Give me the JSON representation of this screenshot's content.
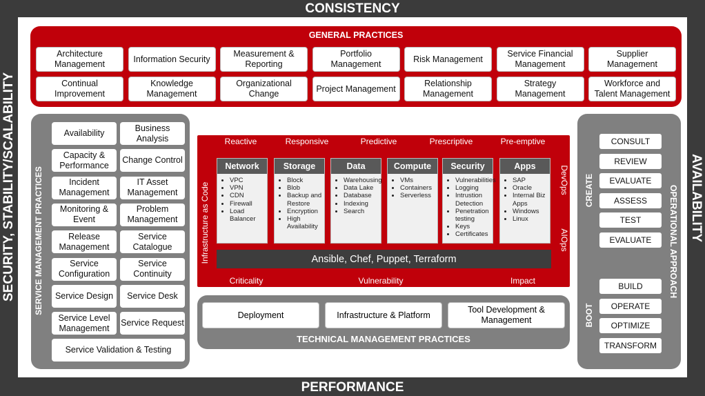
{
  "frame": {
    "top": "CONSISTENCY",
    "bottom": "PERFORMANCE",
    "left": "SECURITY, STABILITY/SCALABILITY",
    "right": "AVAILABILITY"
  },
  "general_practices": {
    "title": "GENERAL PRACTICES",
    "items": [
      "Architecture Management",
      "Information Security",
      "Measurement & Reporting",
      "Portfolio Management",
      "Risk Management",
      "Service Financial Management",
      "Supplier Management",
      "Continual Improvement",
      "Knowledge Management",
      "Organizational Change",
      "Project Management",
      "Relationship Management",
      "Strategy Management",
      "Workforce and Talent Management"
    ]
  },
  "service_management": {
    "title": "SERVICE MANAGEMENT PRACTICES",
    "items": [
      "Availability",
      "Business Analysis",
      "Capacity & Performance",
      "Change Control",
      "Incident Management",
      "IT Asset Management",
      "Monitoring & Event",
      "Problem Management",
      "Release Management",
      "Service Catalogue",
      "Service Configuration",
      "Service Continuity",
      "Service Design",
      "Service Desk",
      "Service Level Management",
      "Service Request",
      "Service Validation & Testing"
    ]
  },
  "center": {
    "stages_top": [
      "Reactive",
      "Responsive",
      "Predictive",
      "Prescriptive",
      "Pre-emptive"
    ],
    "stages_bottom": [
      "Criticality",
      "Vulnerability",
      "Impact"
    ],
    "left_label": "Infrastructure as Code",
    "right_top": "DevOps",
    "right_bottom": "AIOps",
    "columns": [
      {
        "title": "Network",
        "items": [
          "VPC",
          "VPN",
          "CDN",
          "Firewall",
          "Load Balancer"
        ]
      },
      {
        "title": "Storage",
        "items": [
          "Block",
          "Blob",
          "Backup and Restore",
          "Encryption",
          "High Availability"
        ]
      },
      {
        "title": "Data",
        "items": [
          "Warehousing",
          "Data Lake",
          "Database",
          "Indexing",
          "Search"
        ]
      },
      {
        "title": "Compute",
        "items": [
          "VMs",
          "Containers",
          "Serverless"
        ]
      },
      {
        "title": "Security",
        "items": [
          "Vulnerabilities",
          "Logging",
          "Intrustion Detection",
          "Penetration testing",
          "Keys",
          "Certificates"
        ]
      },
      {
        "title": "Apps",
        "items": [
          "SAP",
          "Oracle",
          "Internal Biz Apps",
          "Windows",
          "Linux"
        ]
      }
    ],
    "tools": "Ansible, Chef, Puppet, Terraform"
  },
  "technical_management": {
    "title": "TECHNICAL MANAGEMENT PRACTICES",
    "items": [
      "Deployment",
      "Infrastructure & Platform",
      "Tool Development & Management"
    ]
  },
  "operational": {
    "title": "OPERATIONAL APPROACH",
    "create_label": "CREATE",
    "boot_label": "BOOT",
    "create_items": [
      "CONSULT",
      "REVIEW",
      "EVALUATE",
      "ASSESS",
      "TEST",
      "EVALUATE"
    ],
    "boot_items": [
      "BUILD",
      "OPERATE",
      "OPTIMIZE",
      "TRANSFORM"
    ]
  }
}
